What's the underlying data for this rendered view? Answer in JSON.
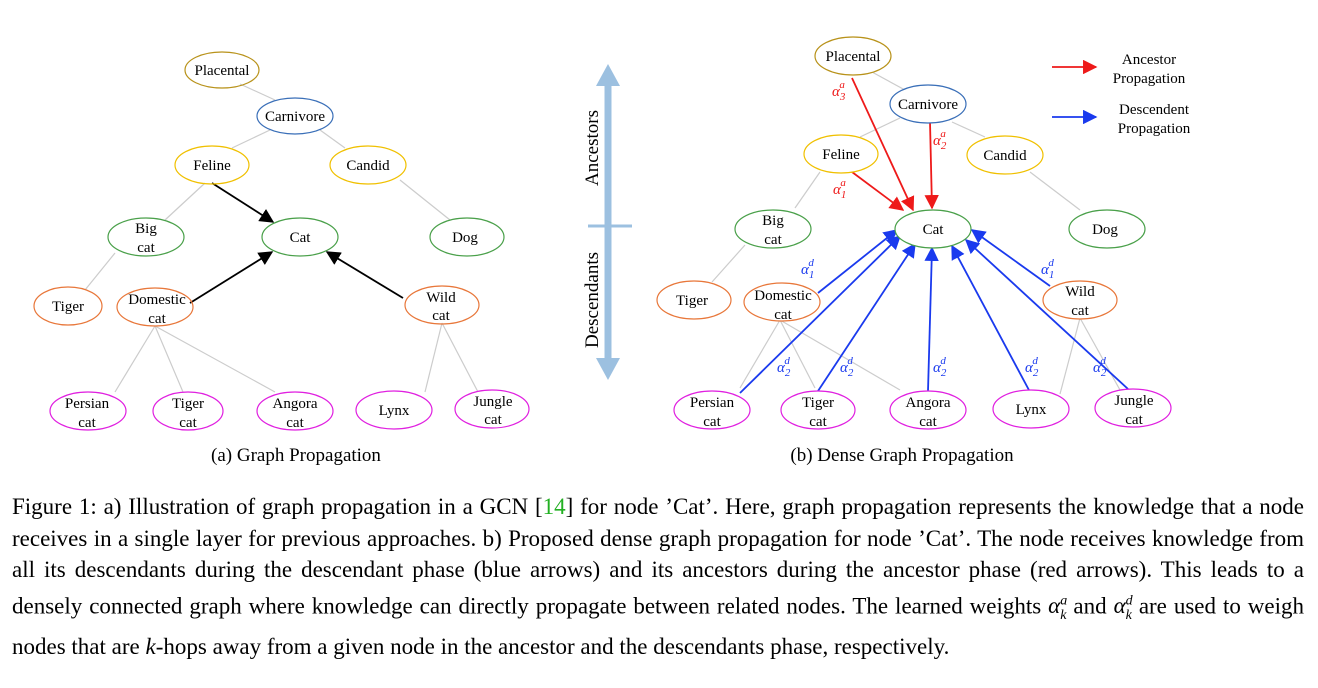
{
  "colors": {
    "placental": "#b8921a",
    "carnivore": "#3a6fb8",
    "yellow": "#f0c000",
    "green": "#4aa04a",
    "orange": "#e8773a",
    "magenta": "#e020e0",
    "edge": "#cccccc",
    "black_arrow": "#000000",
    "ancestor_red": "#ee1a1a",
    "descendent_blue": "#1a3aee",
    "axis_arrow": "#9cc0e0",
    "ref_green": "#22b022"
  },
  "labels": {
    "placental": "Placental",
    "carnivore": "Carnivore",
    "feline": "Feline",
    "candid": "Candid",
    "big_cat_1": "Big",
    "big_cat_2": "cat",
    "cat": "Cat",
    "dog": "Dog",
    "tiger": "Tiger",
    "domestic_1": "Domestic",
    "domestic_2": "cat",
    "wild_1": "Wild",
    "wild_2": "cat",
    "persian_1": "Persian",
    "persian_2": "cat",
    "tigercat_1": "Tiger",
    "tigercat_2": "cat",
    "angora_1": "Angora",
    "angora_2": "cat",
    "lynx": "Lynx",
    "jungle_1": "Jungle",
    "jungle_2": "cat"
  },
  "axis": {
    "ancestors": "Ancestors",
    "descendants": "Descendants"
  },
  "legend": {
    "ancestor_1": "Ancestor",
    "ancestor_2": "Propagation",
    "descendent_1": "Descendent",
    "descendent_2": "Propagation"
  },
  "weights": {
    "alpha": "α",
    "a": "a",
    "d": "d",
    "k1": "1",
    "k2": "2",
    "k3": "3"
  },
  "subcaptions": {
    "a": "(a) Graph Propagation",
    "b": "(b) Dense Graph Propagation"
  },
  "caption": {
    "p1": "Figure 1: a) Illustration of graph propagation in a GCN [",
    "ref": "14",
    "p2": "] for node ’Cat’. Here, graph propagation represents the knowledge that a node receives in a single layer for previous approaches. b) Proposed dense graph propagation for node ’Cat’. The node receives knowledge from all its descendants during the descendant phase (blue arrows) and its ancestors during the ancestor phase (red arrows). This leads to a densely connected graph where knowledge can directly propagate between related nodes. The learned weights ",
    "alpha": "α",
    "k": "k",
    "a": "a",
    "and": " and ",
    "d": "d",
    "p3": " are used to weigh nodes that are ",
    "khops_k": "k",
    "p4": "-hops away from a given node in the ancestor and the descendants phase, respectively."
  }
}
